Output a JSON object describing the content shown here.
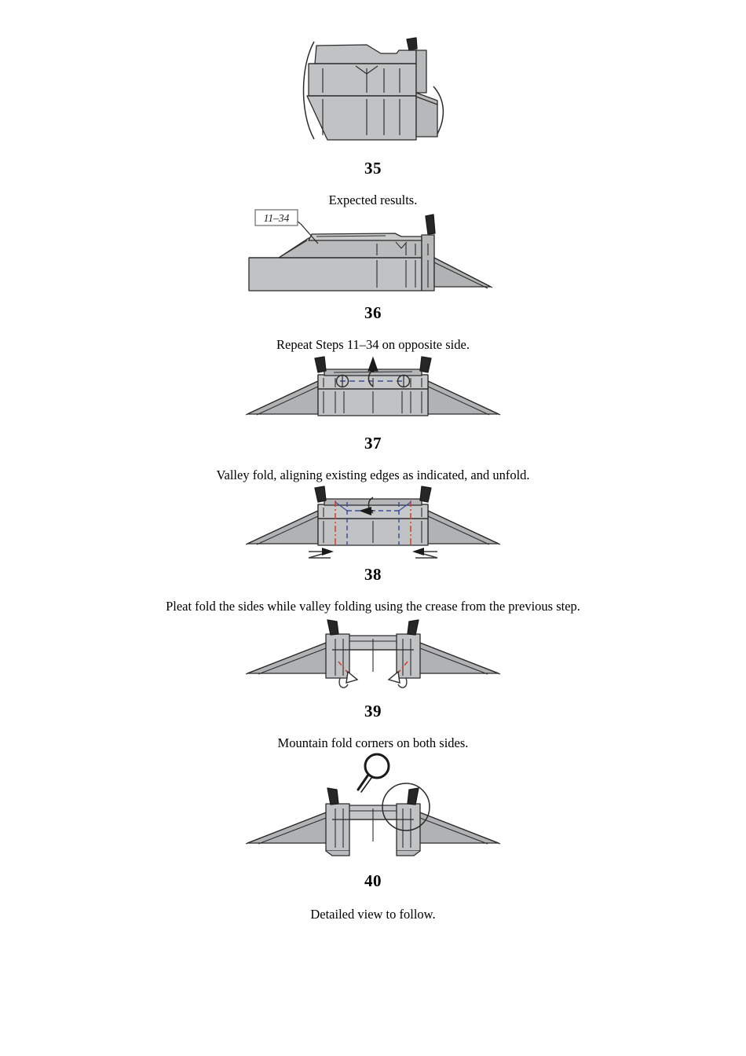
{
  "document": {
    "type": "origami-instructions",
    "page_background": "#ffffff",
    "paper_fill": "#c0c2c4",
    "paper_fill_dark": "#9a9c9e",
    "paper_fill_light": "#d2d4d6",
    "outline_color": "#2b2b2b",
    "valley_color": "#3b4fa0",
    "mountain_color": "#d63a2f"
  },
  "steps": [
    {
      "id": "step-35",
      "number": "35",
      "caption": "Expected results.",
      "diagram": "folded-model-front-view-with-curved-edges",
      "annotations": []
    },
    {
      "id": "step-36",
      "number": "36",
      "caption": "Repeat Steps 11–34 on opposite side.",
      "diagram": "side-view-model-with-wing",
      "annotations": [
        {
          "kind": "label-box",
          "text": "11–34"
        }
      ]
    },
    {
      "id": "step-37",
      "number": "37",
      "caption": "Valley fold, aligning existing edges as indicated, and unfold.",
      "diagram": "front-view-with-valley-fold",
      "annotations": [
        {
          "kind": "valley-fold-line",
          "color": "#3b4fa0"
        },
        {
          "kind": "alignment-marker",
          "count": "2"
        },
        {
          "kind": "fold-arrow",
          "direction": "up"
        }
      ]
    },
    {
      "id": "step-38",
      "number": "38",
      "caption": "Pleat fold the sides while valley folding using the crease from the previous step.",
      "diagram": "front-view-with-pleat-folds",
      "annotations": [
        {
          "kind": "mountain-fold-line",
          "color": "#d63a2f"
        },
        {
          "kind": "valley-fold-line",
          "color": "#3b4fa0"
        },
        {
          "kind": "pleat-arrow",
          "direction": "right"
        },
        {
          "kind": "pleat-arrow",
          "direction": "left"
        }
      ]
    },
    {
      "id": "step-39",
      "number": "39",
      "caption": "Mountain fold corners on both sides.",
      "diagram": "front-view-with-corner-mountain-folds",
      "annotations": [
        {
          "kind": "mountain-fold-line",
          "color": "#d63a2f"
        },
        {
          "kind": "mountain-fold-arrow",
          "count": "2"
        }
      ]
    },
    {
      "id": "step-40",
      "number": "40",
      "caption": "Detailed view to follow.",
      "diagram": "front-view-with-magnifier-highlight",
      "annotations": [
        {
          "kind": "magnifier-icon"
        },
        {
          "kind": "detail-circle"
        }
      ]
    }
  ]
}
